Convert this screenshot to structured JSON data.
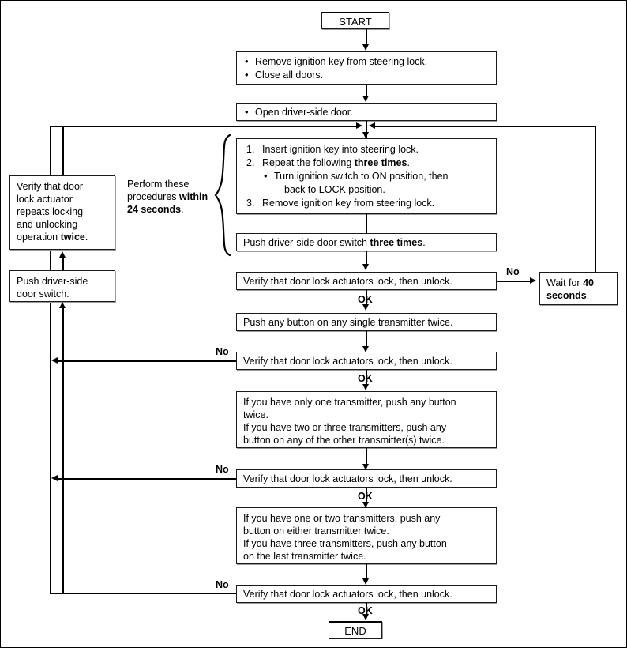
{
  "diagram": {
    "title": "Door lock / keyless entry transmitter registration procedure flowchart",
    "start_label": "START",
    "end_label": "END",
    "accent_color": "#000000",
    "background_color": "#ffffff"
  },
  "nodes": {
    "start": "START",
    "prep": {
      "bullets": [
        "Remove ignition key from steering lock.",
        "Close all doors."
      ]
    },
    "open_door": {
      "bullets": [
        "Open driver-side door."
      ]
    },
    "key_steps": {
      "items": [
        "Insert ignition key into steering lock.",
        "Repeat the following three times.",
        "Remove ignition key from steering lock."
      ],
      "item1": "Insert ignition key into steering lock.",
      "item2_pre": "Repeat the following ",
      "item2_bold": "three times",
      "item2_post": ".",
      "item2_sub_line1": "Turn ignition switch to ON position, then",
      "item2_sub_line2": "back to LOCK position.",
      "item3": "Remove ignition key from steering lock."
    },
    "push_switch_three": {
      "pre": "Push driver-side door switch ",
      "bold": "three times",
      "post": "."
    },
    "verify1": "Verify that door lock actuators lock, then unlock.",
    "wait40": {
      "pre": "Wait for ",
      "bold": "40 seconds",
      "post": "."
    },
    "push_any_single": "Push any button on any single transmitter twice.",
    "verify2": "Verify that door lock actuators lock, then unlock.",
    "transmitter_a": {
      "line1": "If you have only one transmitter, push any button",
      "line2": "twice.",
      "line3": "If you have two or three transmitters, push any",
      "line4": "button on any of the other transmitter(s) twice."
    },
    "verify3": "Verify that door lock actuators lock, then unlock.",
    "transmitter_b": {
      "line1": "If you have one or two transmitters, push any",
      "line2": "button on either transmitter twice.",
      "line3": "If you have three transmitters, push any button",
      "line4": "on the last transmitter twice."
    },
    "verify4": "Verify that door lock actuators lock, then unlock.",
    "verify_actuator_twice": {
      "line1": "Verify that door",
      "line2": "lock actuator",
      "line3": "repeats locking",
      "line4": "and unlocking",
      "line5_pre": "operation ",
      "line5_bold": "twice",
      "line5_post": "."
    },
    "push_door_switch": {
      "line1": "Push driver-side",
      "line2": "door switch."
    }
  },
  "annotations": {
    "perform_note": {
      "line1": "Perform these",
      "line2_pre": "procedures ",
      "line2_bold": "within",
      "line3_bold": "24 seconds",
      "line3_post": "."
    },
    "no_label": "No",
    "ok_label": "OK",
    "branch_labels": {
      "no_to_wait": "No",
      "no_loop_1": "No",
      "no_loop_2": "No",
      "no_loop_3": "No",
      "ok_1": "OK",
      "ok_2": "OK",
      "ok_3": "OK",
      "ok_4": "OK"
    }
  }
}
